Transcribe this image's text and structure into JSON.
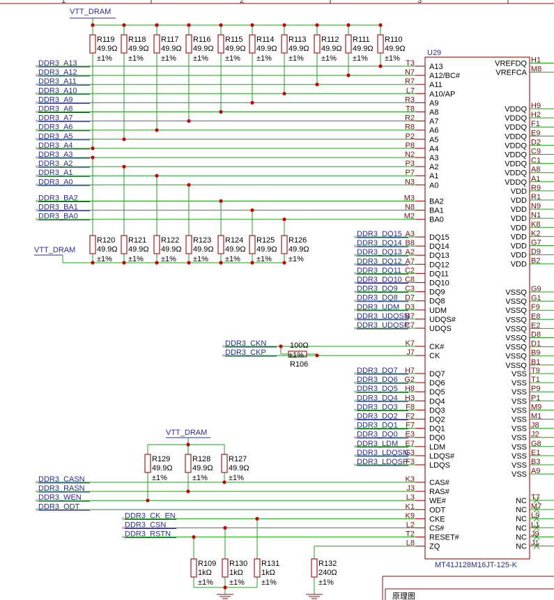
{
  "colors": {
    "wire": "#1aa01a",
    "part": "#b01818",
    "net": "#2a2aa8",
    "pin": "#7a1010",
    "junction": "#cc0000"
  },
  "frame": {
    "columns": [
      "1",
      "2",
      "3"
    ]
  },
  "power": {
    "vtt_top": "VTT_DRAM",
    "vtt_mid": "VTT_DRAM",
    "vtt_low": "VTT_DRAM"
  },
  "top_resistors": [
    {
      "ref": "R119",
      "value": "49.9Ω",
      "tol": "±1%"
    },
    {
      "ref": "R118",
      "value": "49.9Ω",
      "tol": "±1%"
    },
    {
      "ref": "R117",
      "value": "49.9Ω",
      "tol": "±1%"
    },
    {
      "ref": "R116",
      "value": "49.9Ω",
      "tol": "±1%"
    },
    {
      "ref": "R115",
      "value": "49.9Ω",
      "tol": "±1%"
    },
    {
      "ref": "R114",
      "value": "49.9Ω",
      "tol": "±1%"
    },
    {
      "ref": "R113",
      "value": "49.9Ω",
      "tol": "±1%"
    },
    {
      "ref": "R112",
      "value": "49.9Ω",
      "tol": "±1%"
    },
    {
      "ref": "R111",
      "value": "49.9Ω",
      "tol": "±1%"
    },
    {
      "ref": "R110",
      "value": "49.9Ω",
      "tol": "±1%"
    }
  ],
  "mid_resistors": [
    {
      "ref": "R120",
      "value": "49.9Ω",
      "tol": "±1%"
    },
    {
      "ref": "R121",
      "value": "49.9Ω",
      "tol": "±1%"
    },
    {
      "ref": "R122",
      "value": "49.9Ω",
      "tol": "±1%"
    },
    {
      "ref": "R123",
      "value": "49.9Ω",
      "tol": "±1%"
    },
    {
      "ref": "R124",
      "value": "49.9Ω",
      "tol": "±1%"
    },
    {
      "ref": "R125",
      "value": "49.9Ω",
      "tol": "±1%"
    },
    {
      "ref": "R126",
      "value": "49.9Ω",
      "tol": "±1%"
    }
  ],
  "ctrl_resistors": [
    {
      "ref": "R129",
      "value": "49.9Ω",
      "tol": "±1%"
    },
    {
      "ref": "R128",
      "value": "49.9Ω",
      "tol": "±1%"
    },
    {
      "ref": "R127",
      "value": "49.9Ω",
      "tol": "±1%"
    }
  ],
  "bottom_resistors": [
    {
      "ref": "R109",
      "value": "1kΩ",
      "tol": "±1%"
    },
    {
      "ref": "R130",
      "value": "1kΩ",
      "tol": "±1%"
    },
    {
      "ref": "R131",
      "value": "1kΩ",
      "tol": "±1%"
    },
    {
      "ref": "R132",
      "value": "240Ω",
      "tol": "±1%"
    }
  ],
  "clk_resistor": {
    "ref": "R106",
    "value": "100Ω",
    "tol": "±1%"
  },
  "addr_nets": [
    "DDR3_A13",
    "DDR3_A12",
    "DDR3_A11",
    "DDR3_A10",
    "DDR3_A9",
    "DDR3_A8",
    "DDR3_A7",
    "DDR3_A6",
    "DDR3_A5",
    "DDR3_A4",
    "DDR3_A3",
    "DDR3_A2",
    "DDR3_A1",
    "DDR3_A0"
  ],
  "ba_nets": [
    "DDR3_BA2",
    "DDR3_BA1",
    "DDR3_BA0"
  ],
  "dq_upper_nets": [
    "DDR3_DQ15",
    "DDR3_DQ14",
    "DDR3_DQ13",
    "DDR3_DQ12",
    "DDR3_DQ11",
    "DDR3_DQ10",
    "DDR3_DQ9",
    "DDR3_DQ8",
    "DDR3_UDM",
    "DDR3_UDQSN",
    "DDR3_UDQSP"
  ],
  "clk_nets": [
    "DDR3_CKN",
    "DDR3_CKP"
  ],
  "dq_lower_nets": [
    "DDR3_DQ7",
    "DDR3_DQ6",
    "DDR3_DQ5",
    "DDR3_DQ4",
    "DDR3_DQ3",
    "DDR3_DQ2",
    "DDR3_DQ1",
    "DDR3_DQ0",
    "DDR3_LDM",
    "DDR3_LDQSN",
    "DDR3_LDQSP"
  ],
  "ctrl_nets": [
    "DDR3_CASN",
    "DDR3_RASN",
    "DDR3_WEN",
    "DDR3_ODT"
  ],
  "ctrl2_nets": [
    "DDR3_CK_EN",
    "DDR3_CSN",
    "DDR3_RSTN"
  ],
  "chip": {
    "ref": "U29",
    "part": "MT41J128M16JT-125-K",
    "left_pins": [
      {
        "num": "T3",
        "name": "A13"
      },
      {
        "num": "N7",
        "name": "A12/BC#"
      },
      {
        "num": "R7",
        "name": "A11"
      },
      {
        "num": "L7",
        "name": "A10/AP"
      },
      {
        "num": "R3",
        "name": "A9"
      },
      {
        "num": "T8",
        "name": "A8"
      },
      {
        "num": "R2",
        "name": "A7"
      },
      {
        "num": "R8",
        "name": "A6"
      },
      {
        "num": "P2",
        "name": "A5"
      },
      {
        "num": "P8",
        "name": "A4"
      },
      {
        "num": "N2",
        "name": "A3"
      },
      {
        "num": "P3",
        "name": "A2"
      },
      {
        "num": "P7",
        "name": "A1"
      },
      {
        "num": "N3",
        "name": "A0"
      },
      {
        "num": "M3",
        "name": "BA2"
      },
      {
        "num": "N8",
        "name": "BA1"
      },
      {
        "num": "M2",
        "name": "BA0"
      },
      {
        "num": "A3",
        "name": "DQ15"
      },
      {
        "num": "B8",
        "name": "DQ14"
      },
      {
        "num": "A2",
        "name": "DQ13"
      },
      {
        "num": "A7",
        "name": "DQ12"
      },
      {
        "num": "C2",
        "name": "DQ11"
      },
      {
        "num": "C8",
        "name": "DQ10"
      },
      {
        "num": "C3",
        "name": "DQ9"
      },
      {
        "num": "D7",
        "name": "DQ8"
      },
      {
        "num": "D3",
        "name": "UDM"
      },
      {
        "num": "B7",
        "name": "UDQS#"
      },
      {
        "num": "C7",
        "name": "UDQS"
      },
      {
        "num": "K7",
        "name": "CK#"
      },
      {
        "num": "J7",
        "name": "CK"
      },
      {
        "num": "H7",
        "name": "DQ7"
      },
      {
        "num": "G2",
        "name": "DQ6"
      },
      {
        "num": "H8",
        "name": "DQ5"
      },
      {
        "num": "H3",
        "name": "DQ4"
      },
      {
        "num": "F8",
        "name": "DQ3"
      },
      {
        "num": "F2",
        "name": "DQ2"
      },
      {
        "num": "F7",
        "name": "DQ1"
      },
      {
        "num": "E3",
        "name": "DQ0"
      },
      {
        "num": "E7",
        "name": "LDM"
      },
      {
        "num": "G3",
        "name": "LDQS#"
      },
      {
        "num": "F3",
        "name": "LDQS"
      },
      {
        "num": "K3",
        "name": "CAS#"
      },
      {
        "num": "J3",
        "name": "RAS#"
      },
      {
        "num": "L3",
        "name": "WE#"
      },
      {
        "num": "K1",
        "name": "ODT"
      },
      {
        "num": "K9",
        "name": "CKE"
      },
      {
        "num": "L2",
        "name": "CS#"
      },
      {
        "num": "T2",
        "name": "RESET#"
      },
      {
        "num": "L8",
        "name": "ZQ"
      }
    ],
    "right_pins": [
      {
        "num": "H1",
        "name": "VREFDQ"
      },
      {
        "num": "M8",
        "name": "VREFCA"
      },
      {
        "num": "H9",
        "name": "VDDQ"
      },
      {
        "num": "H2",
        "name": "VDDQ"
      },
      {
        "num": "F1",
        "name": "VDDQ"
      },
      {
        "num": "E9",
        "name": "VDDQ"
      },
      {
        "num": "D2",
        "name": "VDDQ"
      },
      {
        "num": "C9",
        "name": "VDDQ"
      },
      {
        "num": "C1",
        "name": "VDDQ"
      },
      {
        "num": "A8",
        "name": "VDDQ"
      },
      {
        "num": "A1",
        "name": "VDDQ"
      },
      {
        "num": "R9",
        "name": "VDD"
      },
      {
        "num": "R1",
        "name": "VDD"
      },
      {
        "num": "N9",
        "name": "VDD"
      },
      {
        "num": "N1",
        "name": "VDD"
      },
      {
        "num": "K8",
        "name": "VDD"
      },
      {
        "num": "K2",
        "name": "VDD"
      },
      {
        "num": "G7",
        "name": "VDD"
      },
      {
        "num": "D9",
        "name": "VDD"
      },
      {
        "num": "B2",
        "name": "VDD"
      },
      {
        "num": "G9",
        "name": "VSSQ"
      },
      {
        "num": "G1",
        "name": "VSSQ"
      },
      {
        "num": "F9",
        "name": "VSSQ"
      },
      {
        "num": "E8",
        "name": "VSSQ"
      },
      {
        "num": "E2",
        "name": "VSSQ"
      },
      {
        "num": "D8",
        "name": "VSSQ"
      },
      {
        "num": "D1",
        "name": "VSSQ"
      },
      {
        "num": "B9",
        "name": "VSSQ"
      },
      {
        "num": "B1",
        "name": "VSSQ"
      },
      {
        "num": "T9",
        "name": "VSS"
      },
      {
        "num": "T1",
        "name": "VSS"
      },
      {
        "num": "P9",
        "name": "VSS"
      },
      {
        "num": "P1",
        "name": "VSS"
      },
      {
        "num": "M9",
        "name": "VSS"
      },
      {
        "num": "M1",
        "name": "VSS"
      },
      {
        "num": "J8",
        "name": "VSS"
      },
      {
        "num": "J2",
        "name": "VSS"
      },
      {
        "num": "G8",
        "name": "VSS"
      },
      {
        "num": "E1",
        "name": "VSS"
      },
      {
        "num": "B3",
        "name": "VSS"
      },
      {
        "num": "A9",
        "name": "VSS"
      },
      {
        "num": "T7",
        "name": "NC"
      },
      {
        "num": "M7",
        "name": "NC"
      },
      {
        "num": "L9",
        "name": "NC"
      },
      {
        "num": "L1",
        "name": "NC"
      },
      {
        "num": "J9",
        "name": "NC"
      },
      {
        "num": "J1",
        "name": "NC"
      }
    ]
  },
  "title_block": {
    "label": "原理图"
  }
}
